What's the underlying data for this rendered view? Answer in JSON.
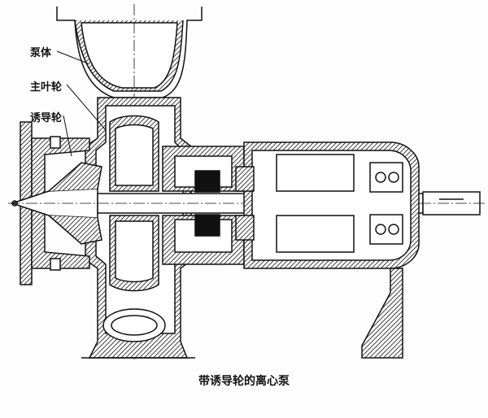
{
  "labels": {
    "pump_body": "泵体",
    "main_impeller": "主叶轮",
    "inducer": "诱导轮"
  },
  "caption": "带诱导轮的离心泵",
  "colors": {
    "ink": "#111111",
    "paper": "#fdfdfd"
  }
}
